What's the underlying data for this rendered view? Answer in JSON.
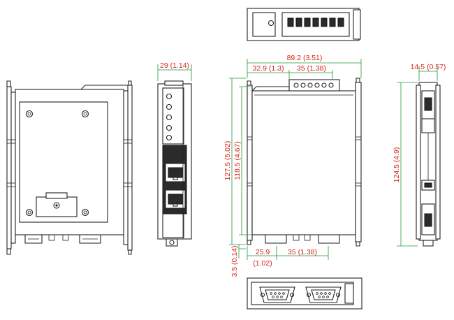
{
  "colors": {
    "line": "#222222",
    "dimension_line": "#1e9a3a",
    "dimension_text": "#d4261c",
    "background": "#ffffff"
  },
  "views": [
    "back-view",
    "side-view",
    "top-view",
    "front-view",
    "right-side-view",
    "bottom-view"
  ],
  "dimensions": {
    "side_width": "29 (1.14)",
    "front_total_width": "89.2 (3.51)",
    "front_terminal_offset": "32.9 (1.3)",
    "front_terminal_width": "35 (1.38)",
    "front_total_height": "127.5 (5.02)",
    "front_body_height": "118.5 (4.67)",
    "front_bottom_offset": "3.5 (0.14)",
    "bottom_connector_offset_mm": "25.9",
    "bottom_connector_offset_in": "(1.02)",
    "bottom_connector_spacing": "35 (1.38)",
    "right_width": "14.5 (0.57)",
    "right_height": "124.5 (4.9)"
  }
}
